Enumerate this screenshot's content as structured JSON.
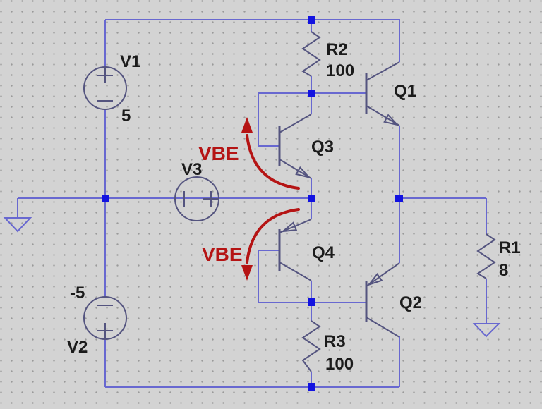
{
  "colors": {
    "background": "#d3d3d3",
    "grid_dot": "#9a9a9a",
    "wire": "#6868d0",
    "component": "#54547f",
    "junction": "#1212e0",
    "label": "#1b1b1b",
    "annotation": "#b51414"
  },
  "components": {
    "V1": {
      "label": "V1",
      "value": "5"
    },
    "V2": {
      "label": "V2",
      "value": "-5"
    },
    "V3": {
      "label": "V3"
    },
    "R1": {
      "label": "R1",
      "value": "8"
    },
    "R2": {
      "label": "R2",
      "value": "100"
    },
    "R3": {
      "label": "R3",
      "value": "100"
    },
    "Q1": {
      "label": "Q1"
    },
    "Q2": {
      "label": "Q2"
    },
    "Q3": {
      "label": "Q3"
    },
    "Q4": {
      "label": "Q4"
    }
  },
  "annotations": {
    "vbe_top": {
      "label": "VBE"
    },
    "vbe_bottom": {
      "label": "VBE"
    }
  }
}
